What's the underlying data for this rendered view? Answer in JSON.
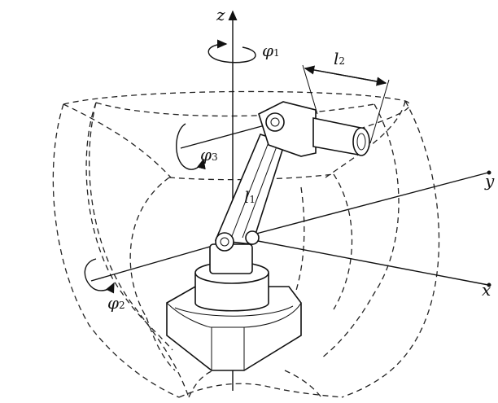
{
  "labels": {
    "z": "z",
    "y": "y",
    "x": "x",
    "phi1": "φ",
    "phi1_sub": "1",
    "phi2": "φ",
    "phi2_sub": "2",
    "phi3": "φ",
    "phi3_sub": "3",
    "l1": "l",
    "l1_sub": "1",
    "l2": "l",
    "l2_sub": "2"
  }
}
